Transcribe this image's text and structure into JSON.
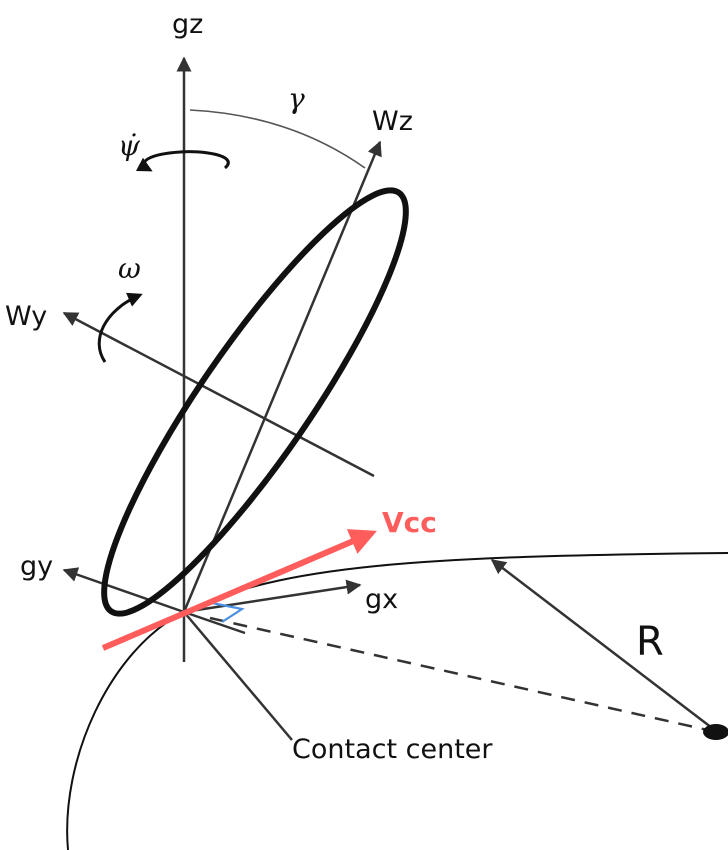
{
  "labels": {
    "gz": "gz",
    "wz": "Wz",
    "wy": "Wy",
    "gy": "gy",
    "gx": "gx",
    "vcc": "Vcc",
    "radius": "R",
    "contact_center": "Contact center",
    "camber_angle": "γ",
    "yaw_rate": "ψ̇",
    "spin_rate": "ω"
  },
  "colors": {
    "vcc": "#ff5c5c",
    "right_angle": "#4a90e2",
    "axes": "#333333"
  }
}
